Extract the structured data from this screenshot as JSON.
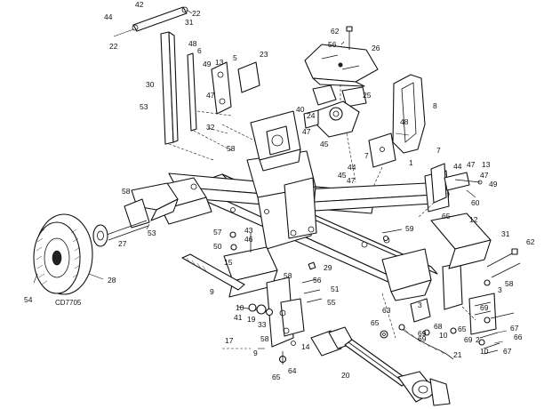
{
  "diagram": {
    "figure_code": "CD7705",
    "callouts": [
      {
        "id": "c44a",
        "text": "44"
      },
      {
        "id": "c42",
        "text": "42"
      },
      {
        "id": "c22a",
        "text": "22"
      },
      {
        "id": "c31a",
        "text": "31"
      },
      {
        "id": "c22b",
        "text": "22"
      },
      {
        "id": "c48a",
        "text": "48"
      },
      {
        "id": "c6",
        "text": "6"
      },
      {
        "id": "c49a",
        "text": "49"
      },
      {
        "id": "c13a",
        "text": "13"
      },
      {
        "id": "c5",
        "text": "5"
      },
      {
        "id": "c23",
        "text": "23"
      },
      {
        "id": "c47a",
        "text": "47"
      },
      {
        "id": "c30",
        "text": "30"
      },
      {
        "id": "c53a",
        "text": "53"
      },
      {
        "id": "c32",
        "text": "32"
      },
      {
        "id": "c40",
        "text": "40"
      },
      {
        "id": "c47b",
        "text": "47"
      },
      {
        "id": "c45a",
        "text": "45"
      },
      {
        "id": "c24",
        "text": "24"
      },
      {
        "id": "c58a",
        "text": "58"
      },
      {
        "id": "c62a",
        "text": "62"
      },
      {
        "id": "c56a",
        "text": "56"
      },
      {
        "id": "c26",
        "text": "26"
      },
      {
        "id": "c25",
        "text": "25"
      },
      {
        "id": "c48b",
        "text": "48"
      },
      {
        "id": "c8",
        "text": "8"
      },
      {
        "id": "c1",
        "text": "1"
      },
      {
        "id": "c7a",
        "text": "7"
      },
      {
        "id": "c44b",
        "text": "44"
      },
      {
        "id": "c7b",
        "text": "7"
      },
      {
        "id": "c45b",
        "text": "45"
      },
      {
        "id": "c47c",
        "text": "47"
      },
      {
        "id": "c44c",
        "text": "44"
      },
      {
        "id": "c47d",
        "text": "47"
      },
      {
        "id": "c13b",
        "text": "13"
      },
      {
        "id": "c47e",
        "text": "47"
      },
      {
        "id": "c49b",
        "text": "49"
      },
      {
        "id": "c60",
        "text": "60"
      },
      {
        "id": "c58b",
        "text": "58"
      },
      {
        "id": "c53b",
        "text": "53"
      },
      {
        "id": "c27",
        "text": "27"
      },
      {
        "id": "c28",
        "text": "28"
      },
      {
        "id": "c54",
        "text": "54"
      },
      {
        "id": "c57",
        "text": "57"
      },
      {
        "id": "c50",
        "text": "50"
      },
      {
        "id": "c43",
        "text": "43"
      },
      {
        "id": "c46",
        "text": "46"
      },
      {
        "id": "c15",
        "text": "15"
      },
      {
        "id": "c29",
        "text": "29"
      },
      {
        "id": "c58c",
        "text": "58"
      },
      {
        "id": "c56b",
        "text": "56"
      },
      {
        "id": "c51",
        "text": "51"
      },
      {
        "id": "c55",
        "text": "55"
      },
      {
        "id": "c9a",
        "text": "9"
      },
      {
        "id": "c10a",
        "text": "10"
      },
      {
        "id": "c41",
        "text": "41"
      },
      {
        "id": "c19",
        "text": "19"
      },
      {
        "id": "c33",
        "text": "33"
      },
      {
        "id": "c17",
        "text": "17"
      },
      {
        "id": "c58d",
        "text": "58"
      },
      {
        "id": "c9b",
        "text": "9"
      },
      {
        "id": "c14",
        "text": "14"
      },
      {
        "id": "c65a",
        "text": "65"
      },
      {
        "id": "c64",
        "text": "64"
      },
      {
        "id": "c20",
        "text": "20"
      },
      {
        "id": "c59",
        "text": "59"
      },
      {
        "id": "c65b",
        "text": "65"
      },
      {
        "id": "c12",
        "text": "12"
      },
      {
        "id": "c31b",
        "text": "31"
      },
      {
        "id": "c62b",
        "text": "62"
      },
      {
        "id": "c58e",
        "text": "58"
      },
      {
        "id": "c3a",
        "text": "3"
      },
      {
        "id": "c63",
        "text": "63"
      },
      {
        "id": "c65c",
        "text": "65"
      },
      {
        "id": "c3b",
        "text": "3"
      },
      {
        "id": "c69a",
        "text": "69"
      },
      {
        "id": "c68",
        "text": "68"
      },
      {
        "id": "c69b",
        "text": "69"
      },
      {
        "id": "c10b",
        "text": "10"
      },
      {
        "id": "c65d",
        "text": "65"
      },
      {
        "id": "c69c",
        "text": "69"
      },
      {
        "id": "c21",
        "text": "21"
      },
      {
        "id": "c69d",
        "text": "69"
      },
      {
        "id": "c2",
        "text": "2"
      },
      {
        "id": "c67a",
        "text": "67"
      },
      {
        "id": "c66",
        "text": "66"
      },
      {
        "id": "c10c",
        "text": "10"
      },
      {
        "id": "c67b",
        "text": "67"
      }
    ]
  }
}
